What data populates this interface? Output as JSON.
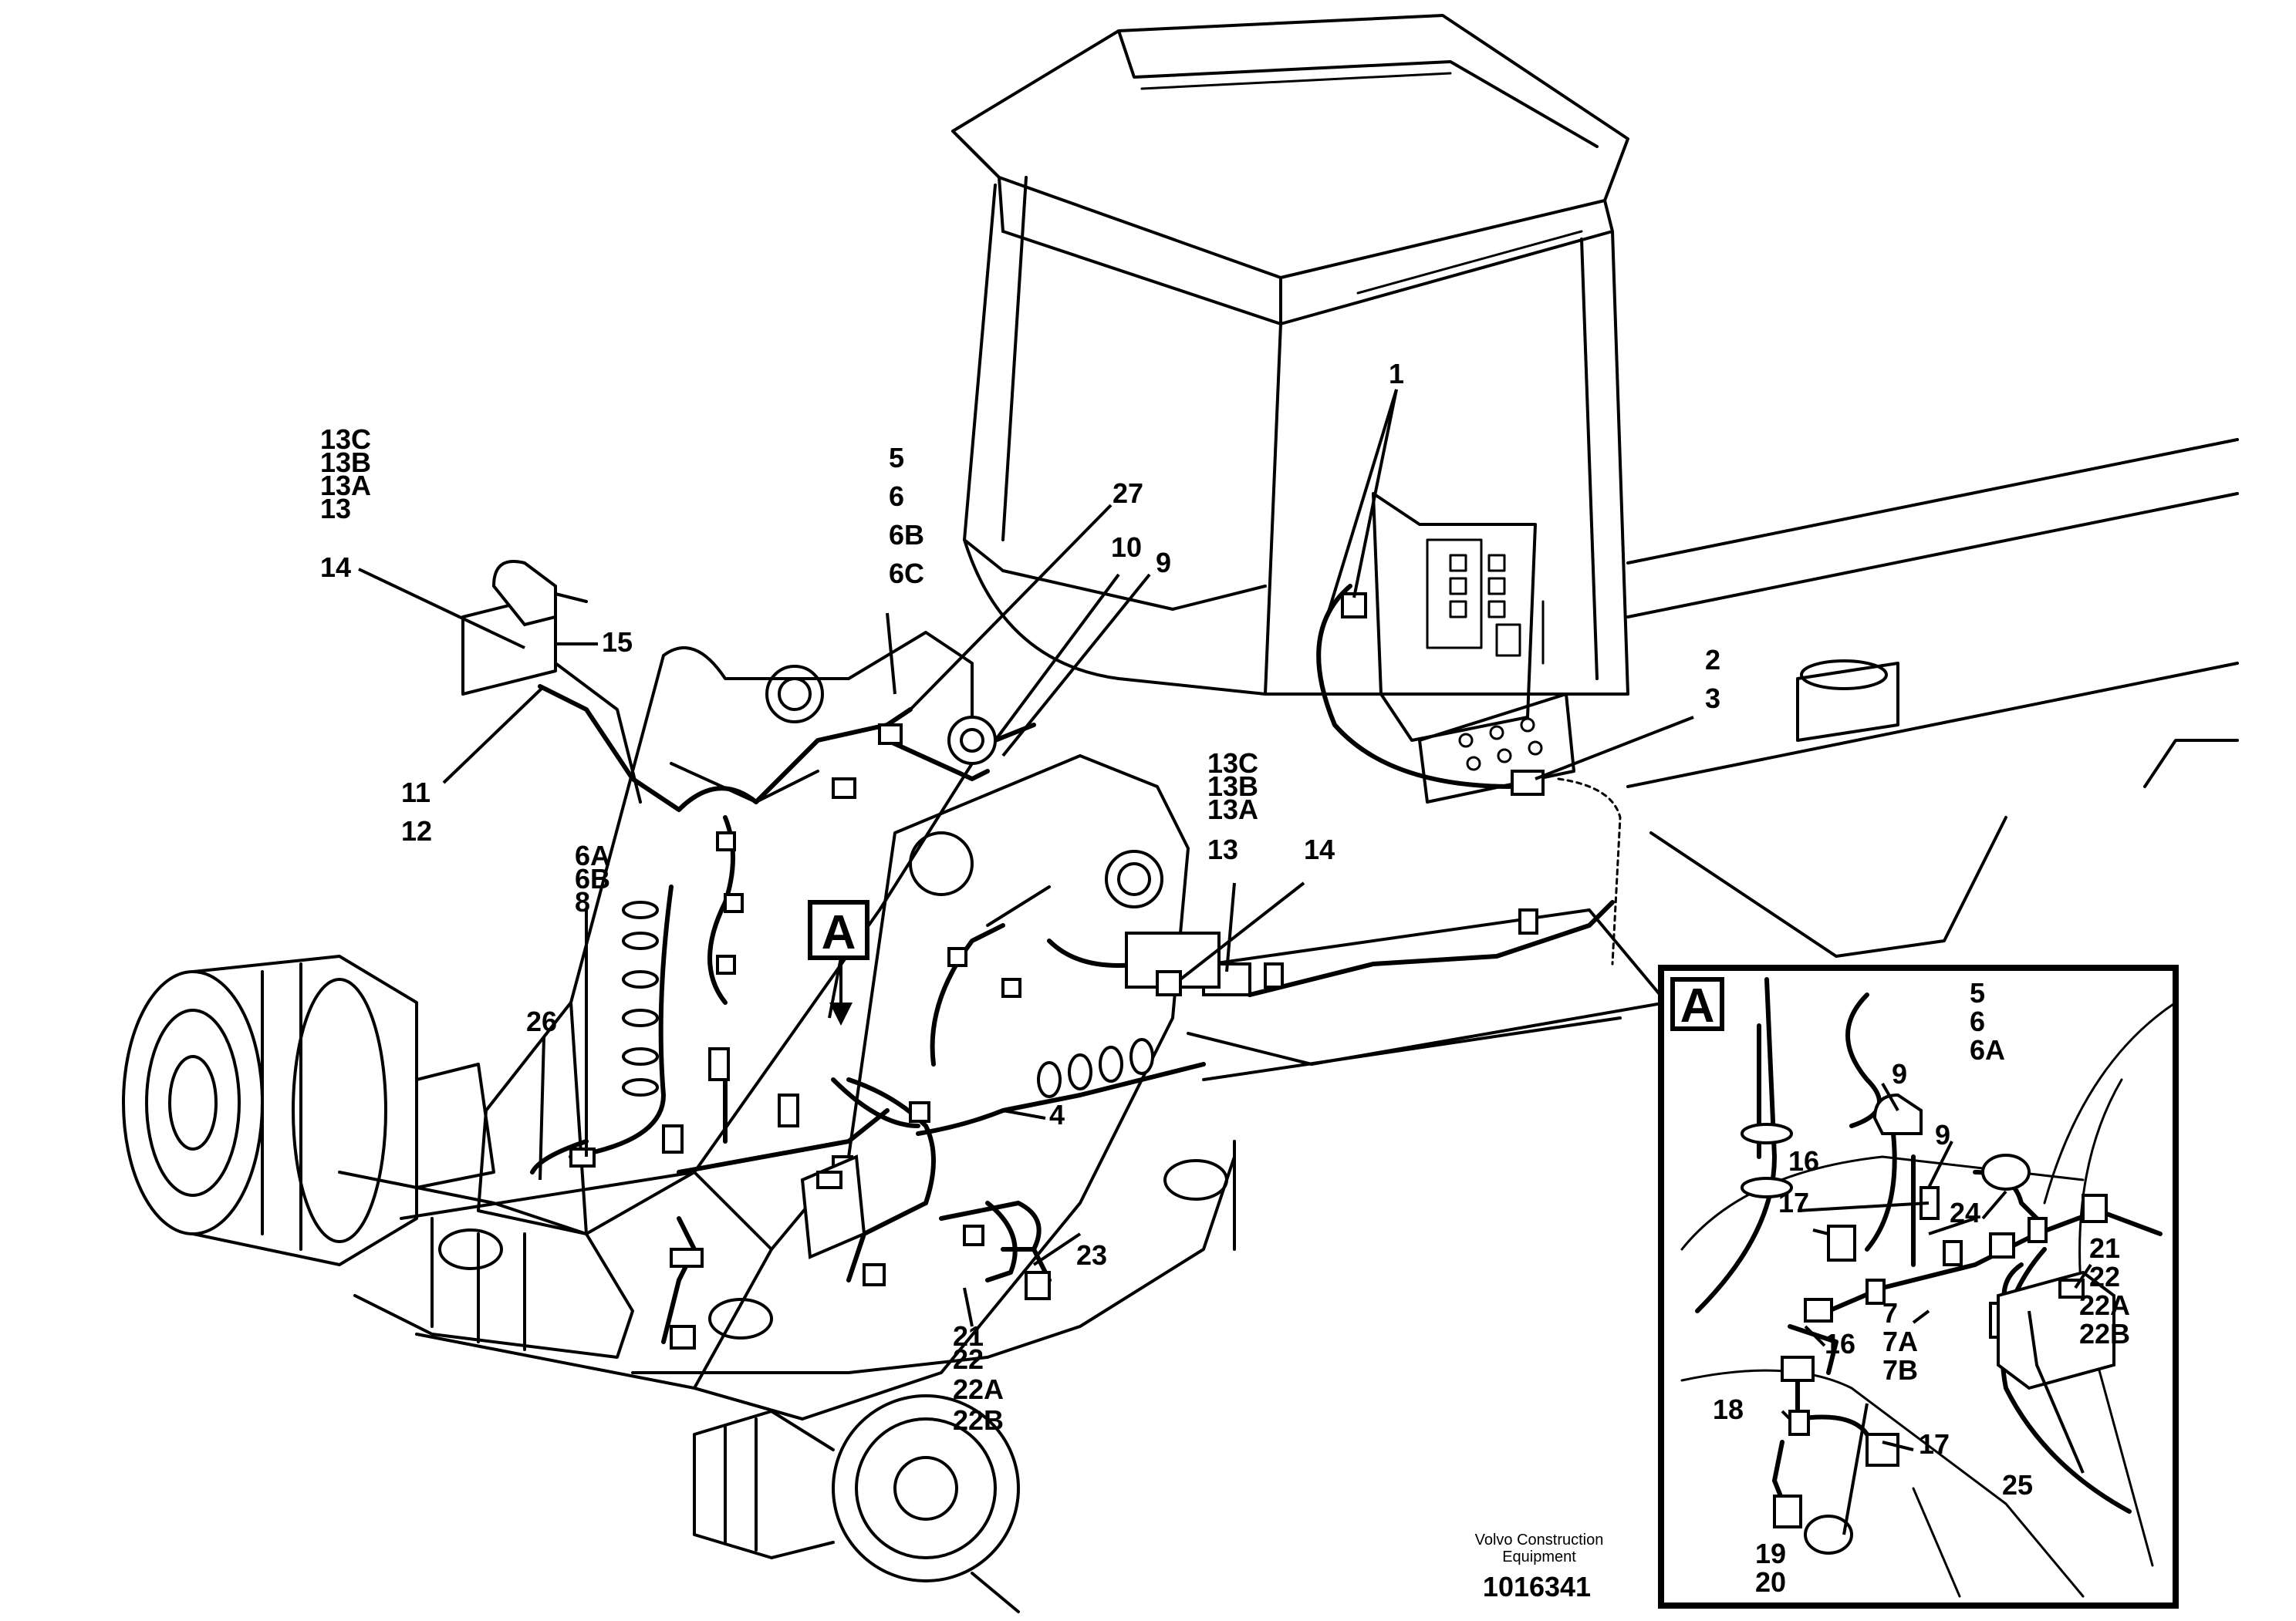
{
  "callout_box": {
    "letter": "A"
  },
  "detail_box": {
    "letter": "A"
  },
  "footer": {
    "company_line1": "Volvo Construction",
    "company_line2": "Equipment",
    "drawing_number": "1016341"
  },
  "labels": {
    "l_13C_a": "13C",
    "l_13B_a": "13B",
    "l_13A_a": "13A",
    "l_13_a": "13",
    "l_14_a": "14",
    "l_15": "15",
    "l_11": "11",
    "l_12": "12",
    "l_5_a": "5",
    "l_6_a": "6",
    "l_6B_a": "6B",
    "l_6C": "6C",
    "l_27": "27",
    "l_10": "10",
    "l_9_a": "9",
    "l_1": "1",
    "l_2": "2",
    "l_3": "3",
    "l_6A_a": "6A",
    "l_6B_b": "6B",
    "l_8": "8",
    "l_26": "26",
    "l_13C_b": "13C",
    "l_13B_b": "13B",
    "l_13A_b": "13A",
    "l_13_b": "13",
    "l_14_b": "14",
    "l_4": "4",
    "l_23": "23",
    "l_21_a": "21",
    "l_22_a": "22",
    "l_22A_a": "22A",
    "l_22B_a": "22B",
    "d_5": "5",
    "d_6": "6",
    "d_6A": "6A",
    "d_9_a": "9",
    "d_9_b": "9",
    "d_16_a": "16",
    "d_17_a": "17",
    "d_24": "24",
    "d_21": "21",
    "d_22": "22",
    "d_22A": "22A",
    "d_22B": "22B",
    "d_7": "7",
    "d_7A": "7A",
    "d_7B": "7B",
    "d_16_b": "16",
    "d_18": "18",
    "d_17_b": "17",
    "d_25": "25",
    "d_19": "19",
    "d_20": "20"
  }
}
